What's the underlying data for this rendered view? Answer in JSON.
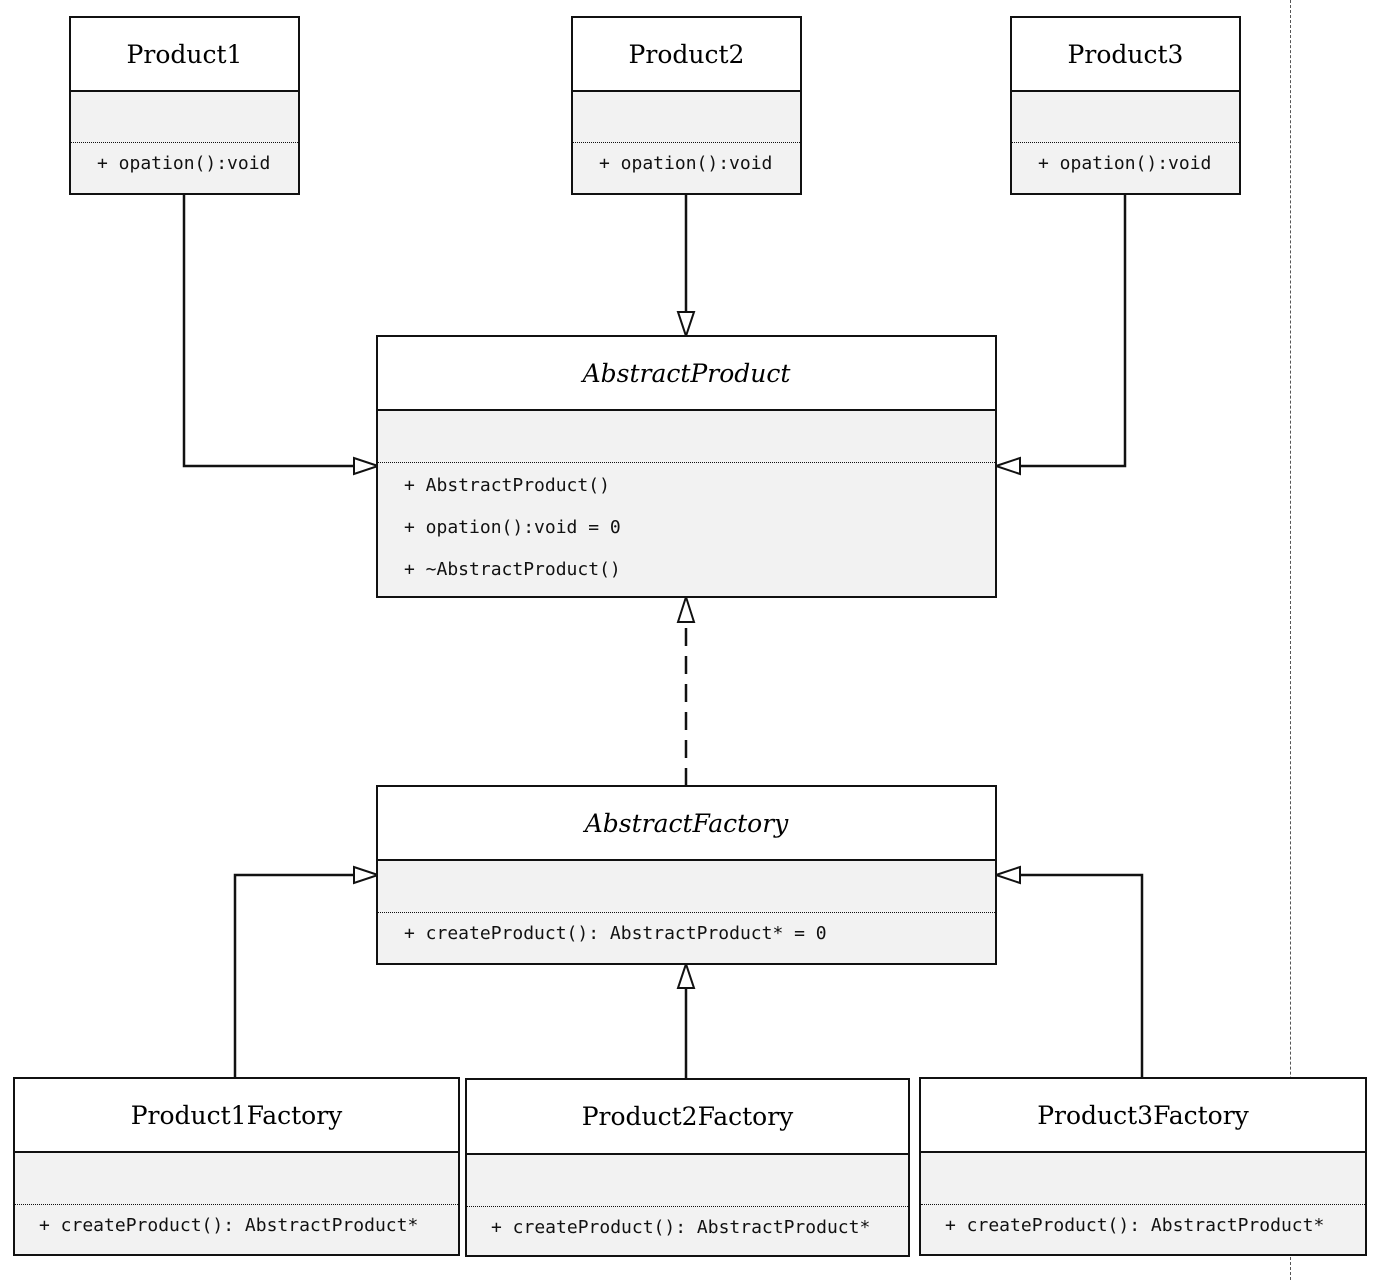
{
  "classes": {
    "product1": {
      "name": "Product1",
      "ops": [
        "+ opation():void"
      ]
    },
    "product2": {
      "name": "Product2",
      "ops": [
        "+ opation():void"
      ]
    },
    "product3": {
      "name": "Product3",
      "ops": [
        "+ opation():void"
      ]
    },
    "abstract_product": {
      "name": "AbstractProduct",
      "ops": [
        "+ AbstractProduct()",
        "+ opation():void = 0",
        "+ ~AbstractProduct()"
      ]
    },
    "abstract_factory": {
      "name": "AbstractFactory",
      "ops": [
        "+ createProduct(): AbstractProduct* = 0"
      ]
    },
    "product1_factory": {
      "name": "Product1Factory",
      "ops": [
        "+ createProduct(): AbstractProduct*"
      ]
    },
    "product2_factory": {
      "name": "Product2Factory",
      "ops": [
        "+ createProduct(): AbstractProduct*"
      ]
    },
    "product3_factory": {
      "name": "Product3Factory",
      "ops": [
        "+ createProduct(): AbstractProduct*"
      ]
    }
  },
  "relations": [
    {
      "from": "Product1",
      "to": "AbstractProduct",
      "kind": "generalization"
    },
    {
      "from": "Product2",
      "to": "AbstractProduct",
      "kind": "generalization"
    },
    {
      "from": "Product3",
      "to": "AbstractProduct",
      "kind": "generalization"
    },
    {
      "from": "AbstractFactory",
      "to": "AbstractProduct",
      "kind": "realization"
    },
    {
      "from": "Product1Factory",
      "to": "AbstractFactory",
      "kind": "generalization"
    },
    {
      "from": "Product2Factory",
      "to": "AbstractFactory",
      "kind": "generalization"
    },
    {
      "from": "Product3Factory",
      "to": "AbstractFactory",
      "kind": "generalization"
    }
  ]
}
